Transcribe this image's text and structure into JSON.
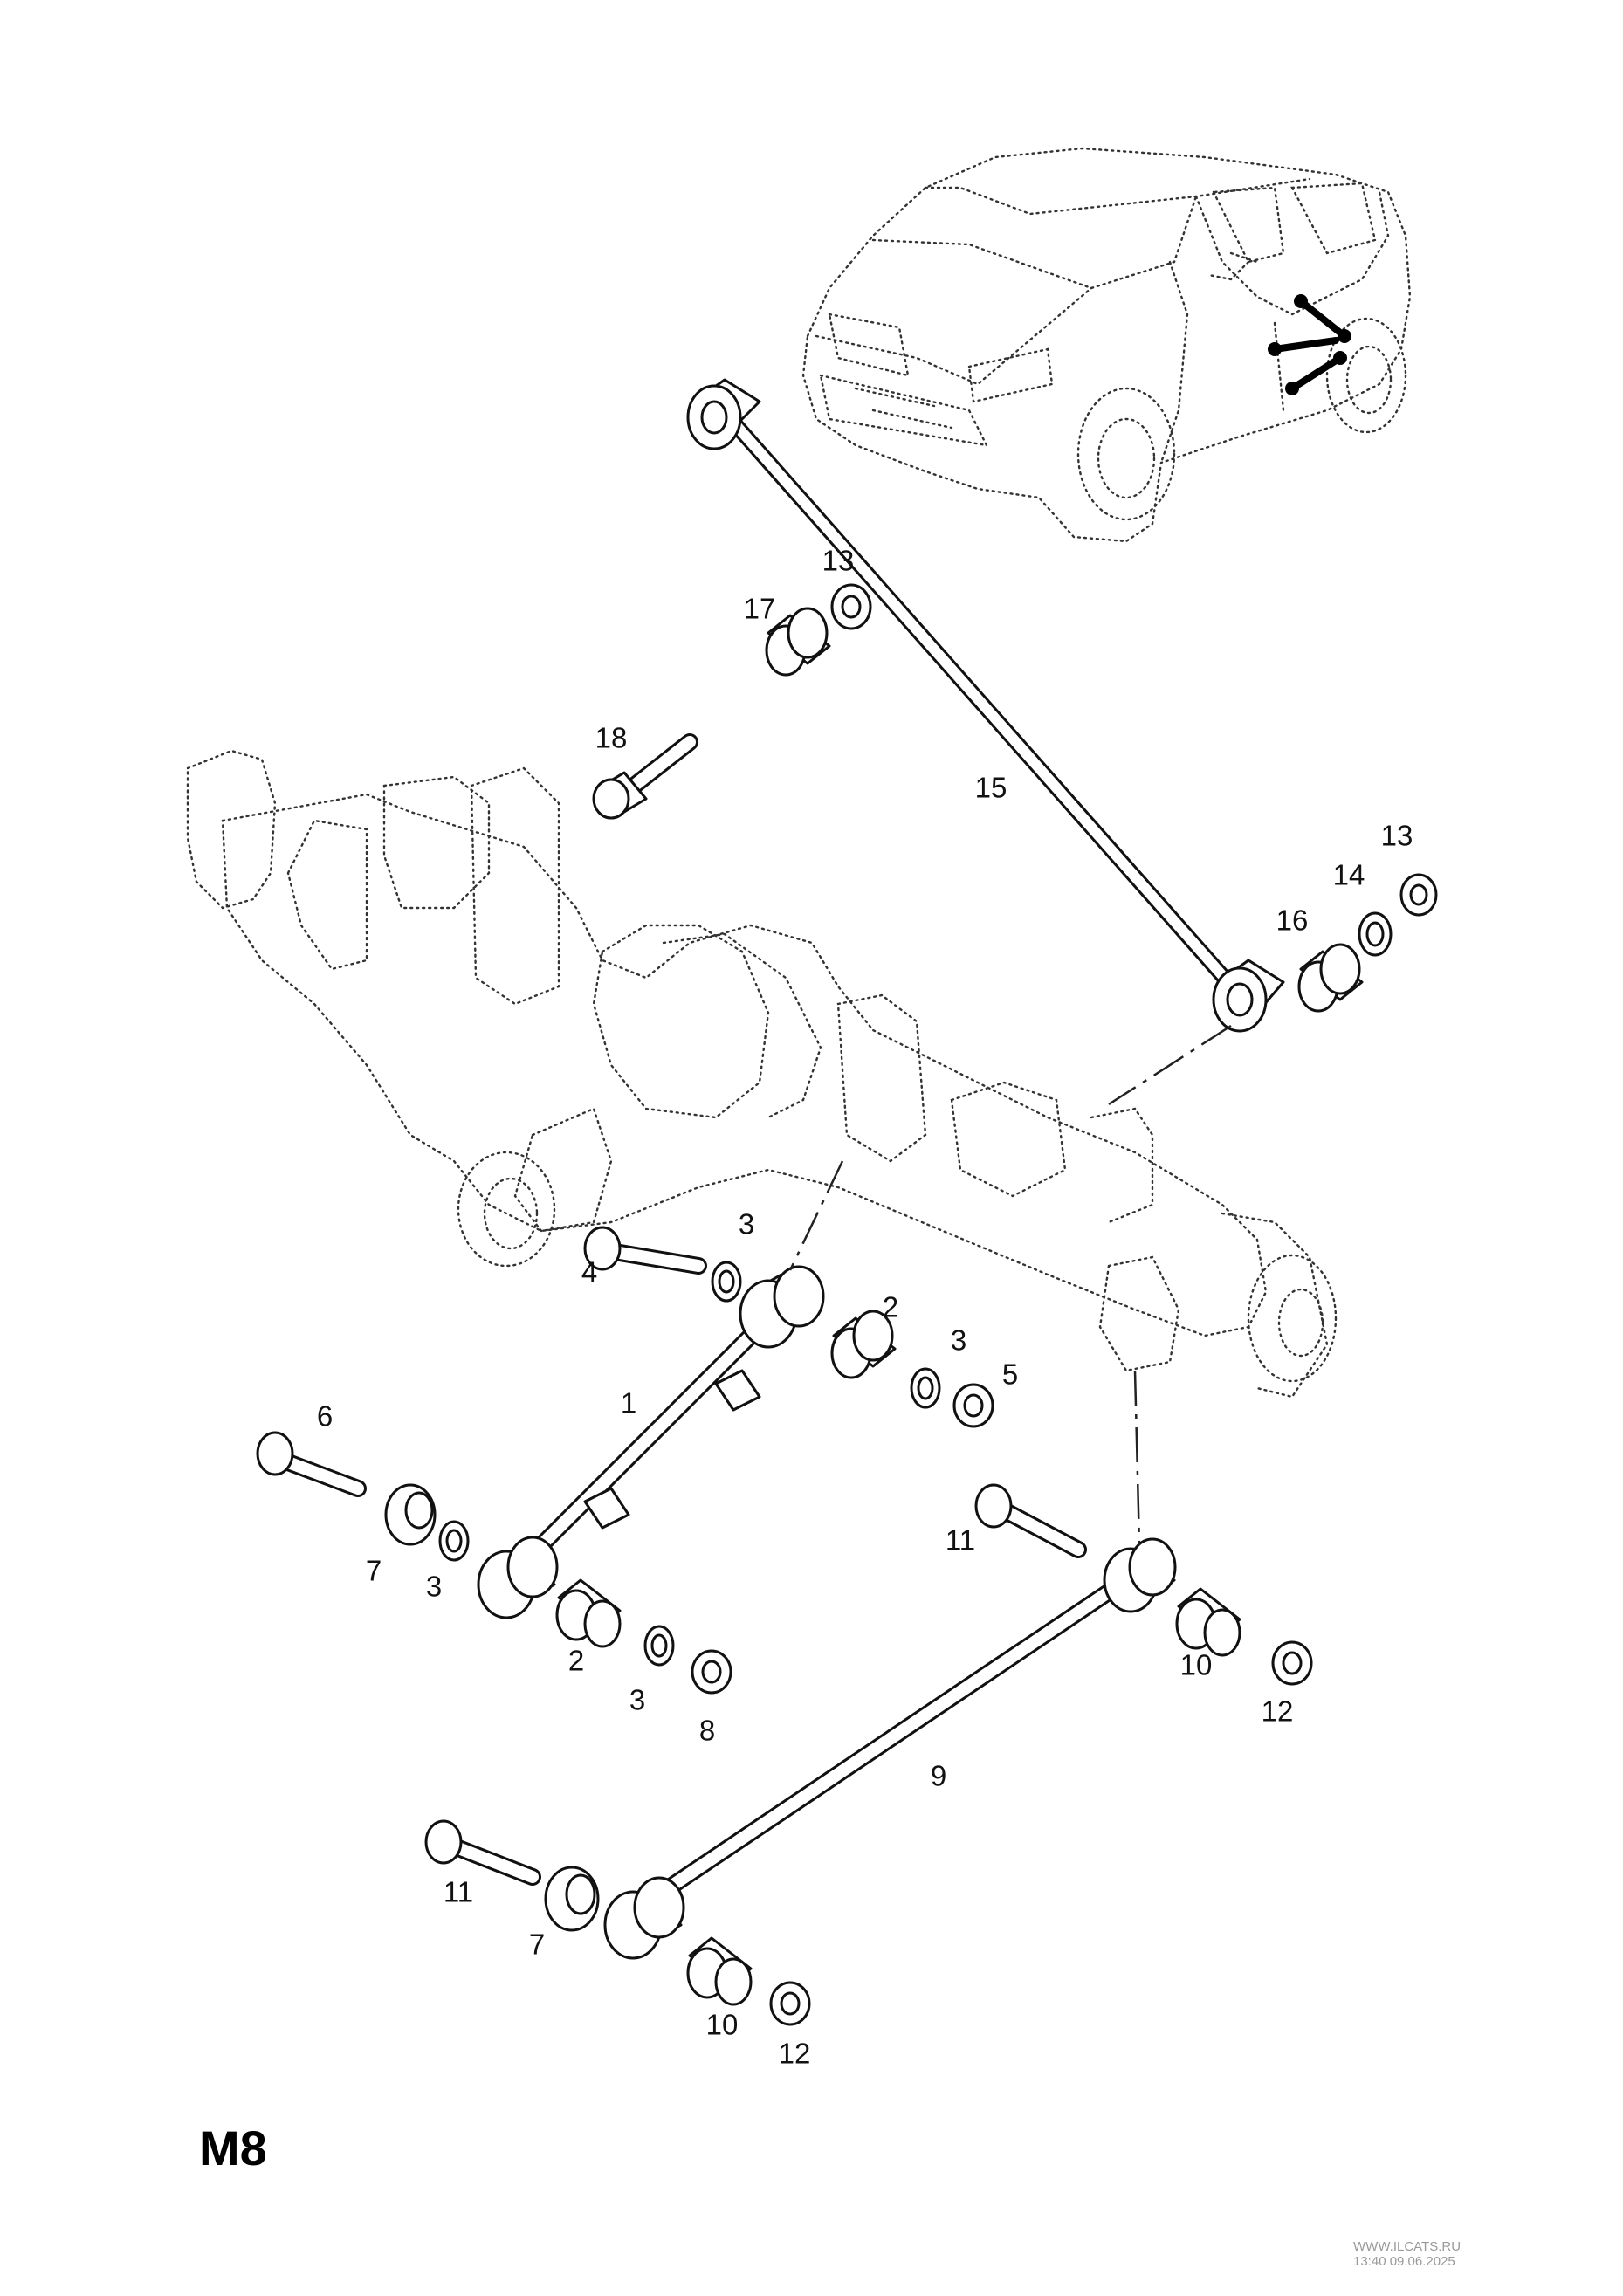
{
  "diagram": {
    "sheet_code": "M8",
    "watermark": {
      "line1": "WWW.ILCATS.RU",
      "line2": "13:40 09.06.2025"
    },
    "callouts": [
      {
        "id": "c13a",
        "text": "13"
      },
      {
        "id": "c17",
        "text": "17"
      },
      {
        "id": "c18",
        "text": "18"
      },
      {
        "id": "c15",
        "text": "15"
      },
      {
        "id": "c13b",
        "text": "13"
      },
      {
        "id": "c14",
        "text": "14"
      },
      {
        "id": "c16",
        "text": "16"
      },
      {
        "id": "c3a",
        "text": "3"
      },
      {
        "id": "c4",
        "text": "4"
      },
      {
        "id": "c2a",
        "text": "2"
      },
      {
        "id": "c3b",
        "text": "3"
      },
      {
        "id": "c5",
        "text": "5"
      },
      {
        "id": "c1",
        "text": "1"
      },
      {
        "id": "c6",
        "text": "6"
      },
      {
        "id": "c7a",
        "text": "7"
      },
      {
        "id": "c3c",
        "text": "3"
      },
      {
        "id": "c2b",
        "text": "2"
      },
      {
        "id": "c3d",
        "text": "3"
      },
      {
        "id": "c8",
        "text": "8"
      },
      {
        "id": "c11a",
        "text": "11"
      },
      {
        "id": "c10a",
        "text": "10"
      },
      {
        "id": "c12a",
        "text": "12"
      },
      {
        "id": "c9",
        "text": "9"
      },
      {
        "id": "c11b",
        "text": "11"
      },
      {
        "id": "c7b",
        "text": "7"
      },
      {
        "id": "c10b",
        "text": "10"
      },
      {
        "id": "c12b",
        "text": "12"
      }
    ]
  }
}
